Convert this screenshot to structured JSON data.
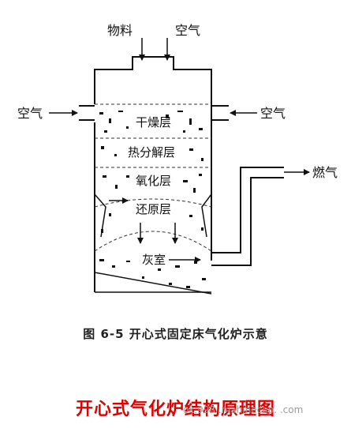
{
  "diagram": {
    "labels": {
      "material": "物料",
      "air_top": "空气",
      "air_left": "空气",
      "air_right": "空气",
      "gas_out": "燃气",
      "drying": "干燥层",
      "pyrolysis": "热分解层",
      "oxidation": "氧化层",
      "reduction": "还原层",
      "ash": "灰室"
    },
    "figure_caption": "图 6-5   开心式固定床气化炉示意",
    "page_title": "开心式气化炉结构原理图",
    "watermark": "ok.998 .mahinecep. .com"
  },
  "colors": {
    "ink": "#111111",
    "title_red": "#e00000"
  }
}
